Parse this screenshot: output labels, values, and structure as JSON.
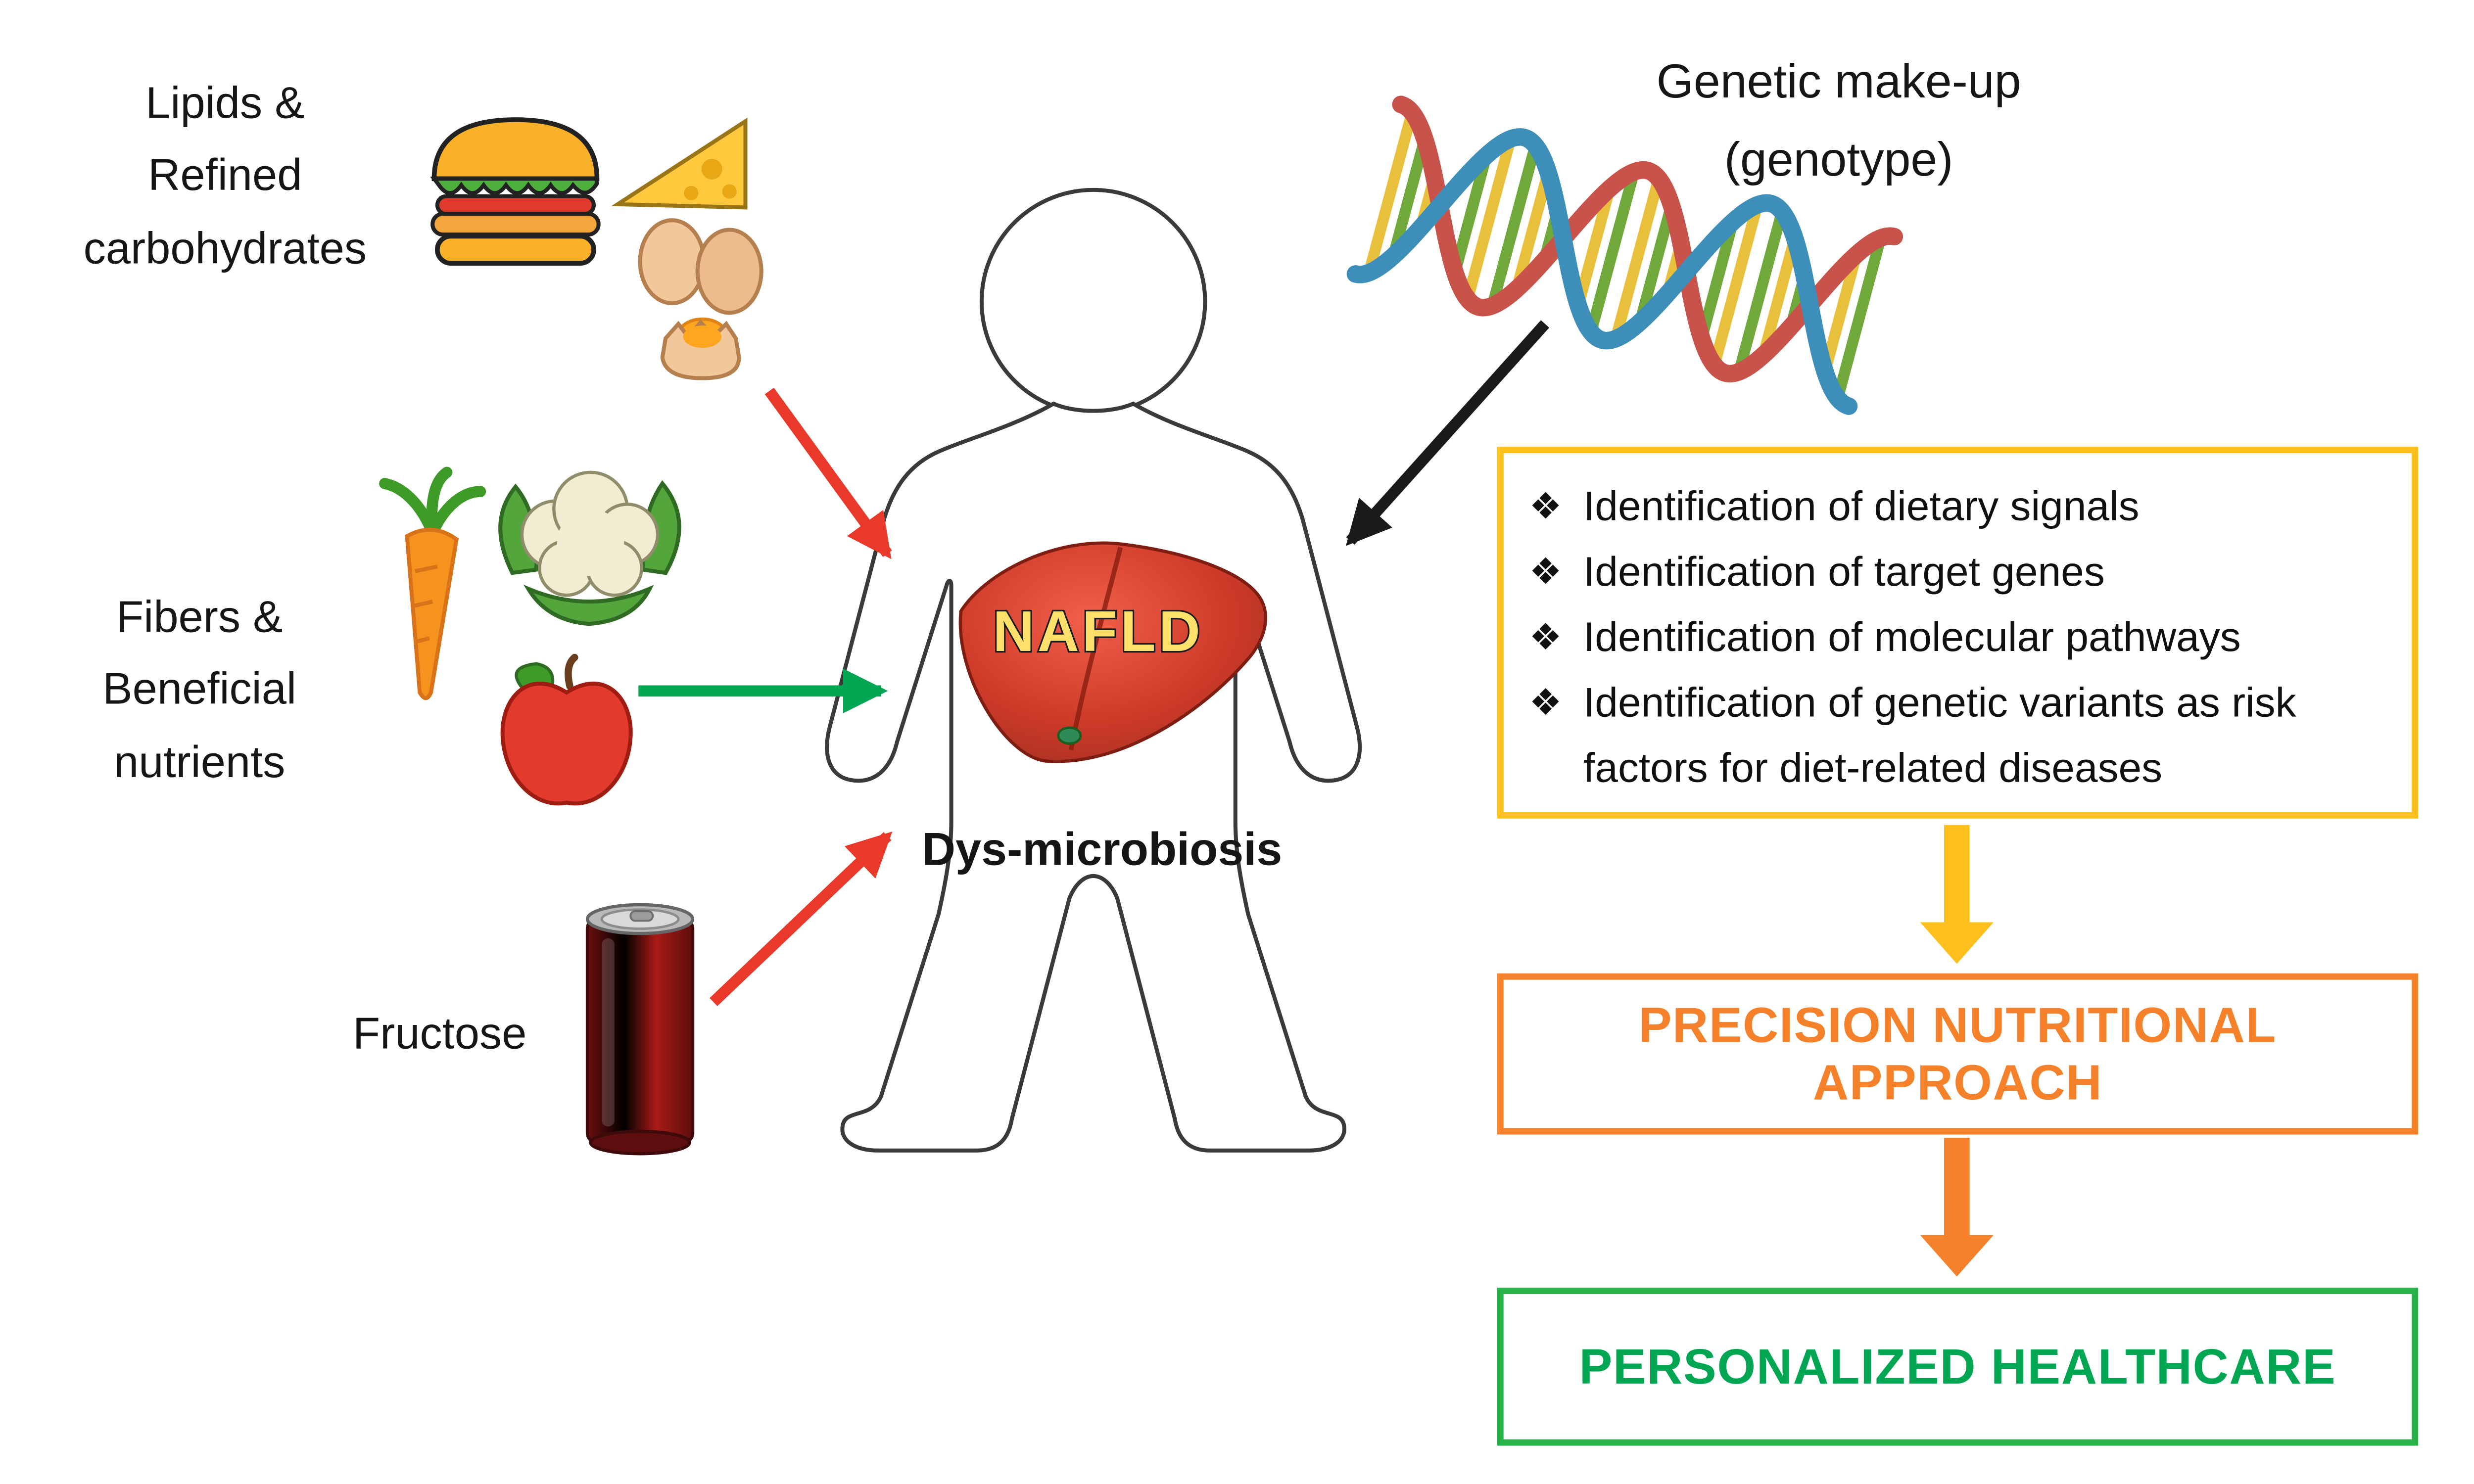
{
  "left_factors": {
    "lipids_label": "Lipids &\nRefined\ncarbohydrates",
    "fibers_label": "Fibers &\nBeneficial\nnutrients",
    "fructose_label": "Fructose"
  },
  "center": {
    "nafld_label": "NAFLD",
    "dysmicrobiosis_label": "Dys-microbiosis"
  },
  "genetics": {
    "label": "Genetic make-up\n(genotype)"
  },
  "identification_box": {
    "bullet": "❖",
    "items": [
      "Identification of dietary signals",
      "Identification of target genes",
      "Identification of molecular pathways",
      "Identification of genetic variants as risk\nfactors for diet-related diseases"
    ]
  },
  "precision_box": {
    "label": "PRECISION NUTRITIONAL APPROACH"
  },
  "personalized_box": {
    "label": "PERSONALIZED HEALTHCARE"
  },
  "colors": {
    "red_arrow": "#E8392B",
    "green_arrow": "#00A651",
    "black_arrow": "#1A1A1A",
    "identification_border": "#FFC01E",
    "yellow_arrow": "#FFC01E",
    "precision_border": "#F5822A",
    "precision_text": "#F5822A",
    "orange_arrow": "#F5822A",
    "personalized_border": "#2BB34B",
    "personalized_text": "#00A651"
  },
  "icons": {
    "hamburger": "hamburger-icon",
    "cheese": "cheese-icon",
    "eggs": "eggs-icon",
    "carrot": "carrot-icon",
    "cauliflower": "cauliflower-icon",
    "apple": "apple-icon",
    "soda_can": "soda-can-icon",
    "dna_helix": "dna-helix-icon",
    "human_body": "human-body-icon",
    "liver": "liver-icon"
  }
}
